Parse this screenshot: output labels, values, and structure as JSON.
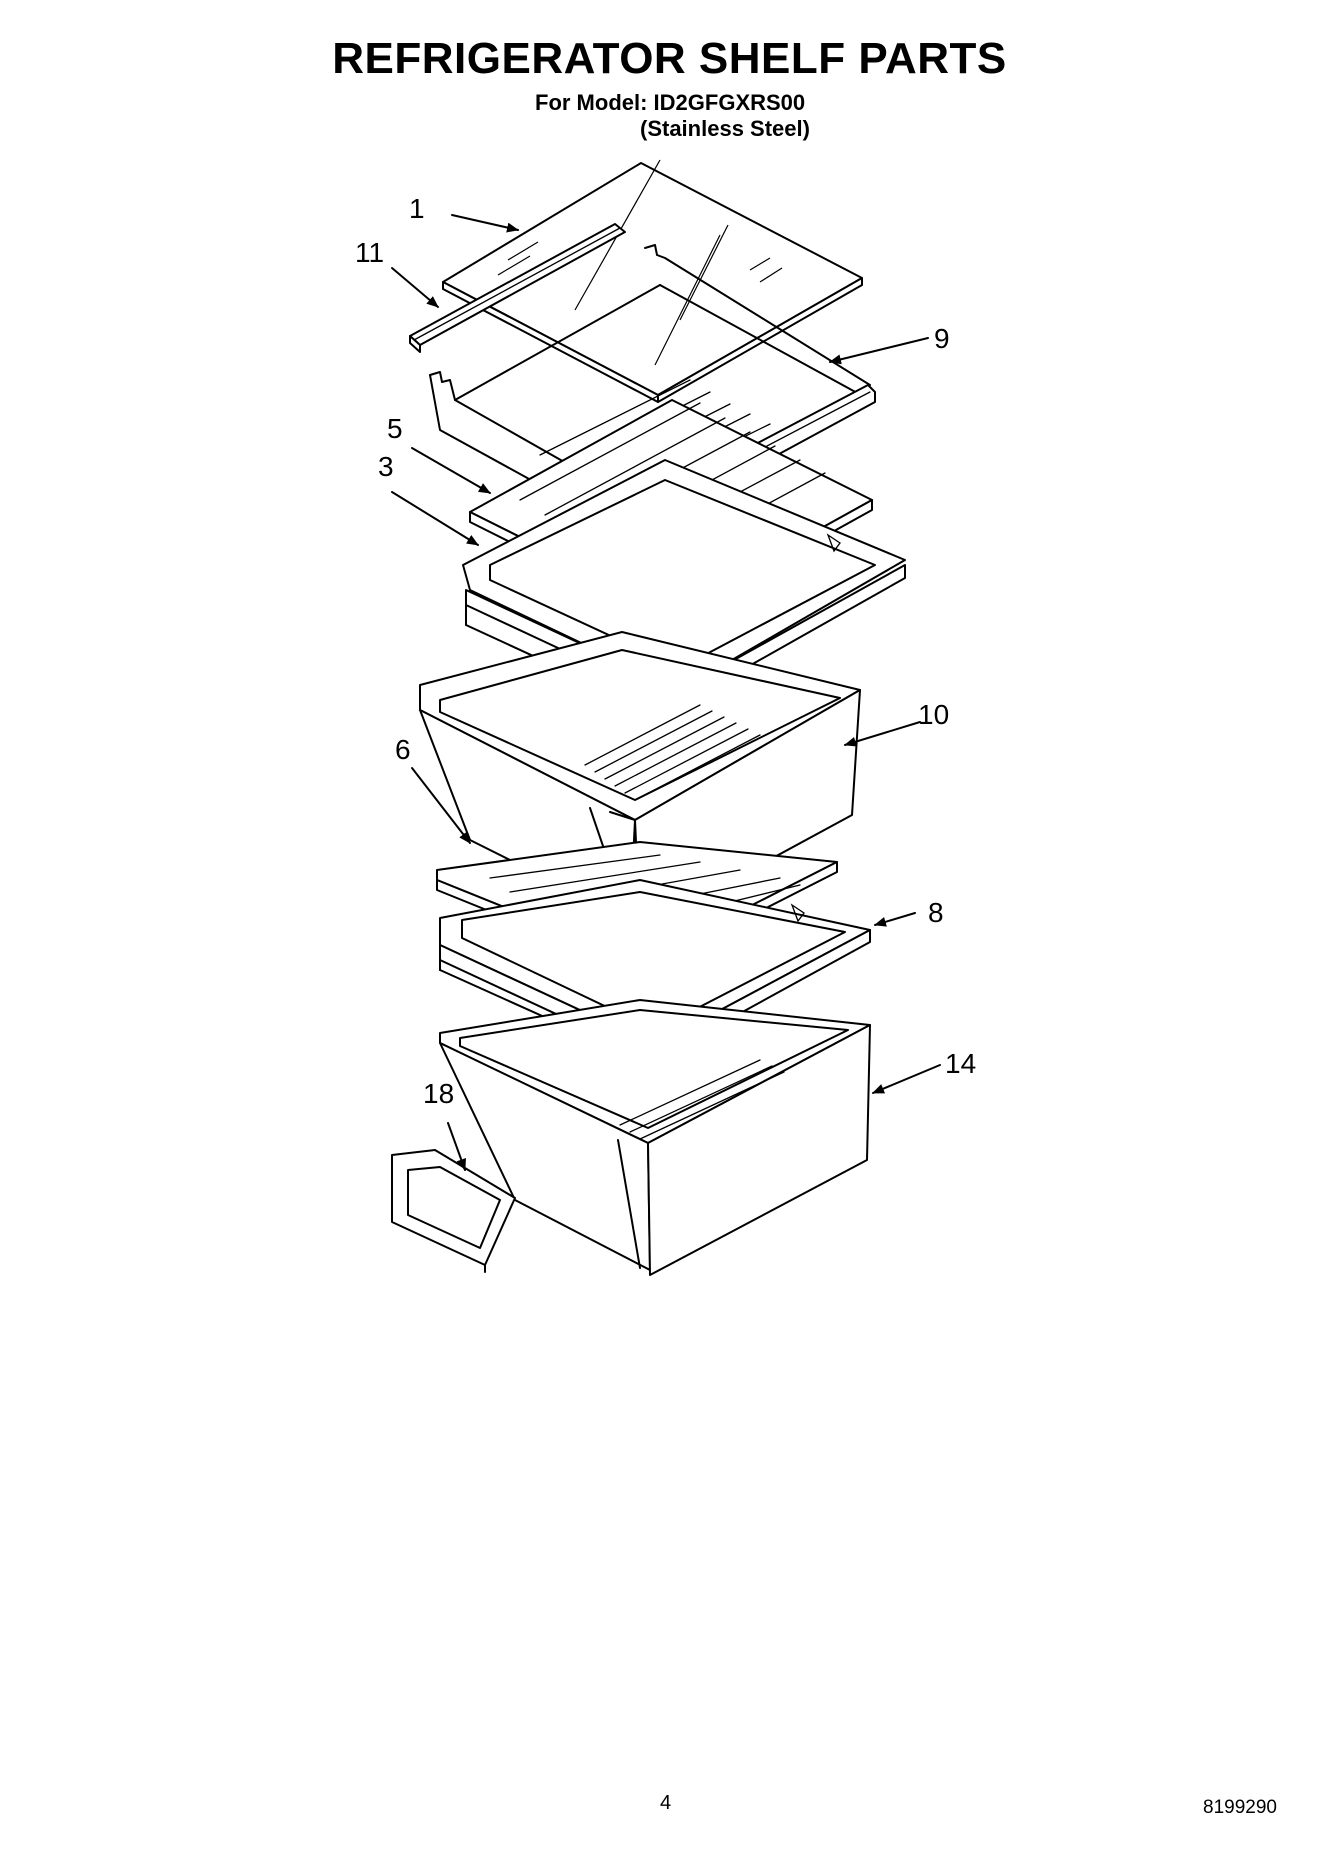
{
  "header": {
    "title": "REFRIGERATOR SHELF PARTS",
    "model_line": "For Model: ID2GFGXRS00",
    "finish_line": "(Stainless Steel)"
  },
  "callouts": [
    "1",
    "11",
    "9",
    "5",
    "3",
    "10",
    "6",
    "8",
    "14",
    "18"
  ],
  "footer": {
    "page_number": "4",
    "document_number": "8199290"
  }
}
